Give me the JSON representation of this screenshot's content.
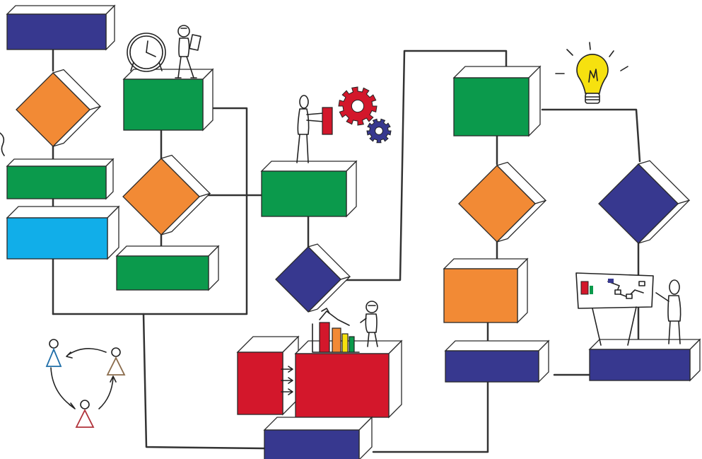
{
  "colors": {
    "navy": "#37388f",
    "orange": "#f28a35",
    "green": "#0b9a4c",
    "sky": "#11aee9",
    "red": "#d3172b",
    "white_face": "#ffffff",
    "connector": "#333333",
    "gear_red": "#d3172b",
    "gear_blue": "#37388f",
    "bulb_yellow": "#f6e10f",
    "dollar": "#3f7f6d"
  },
  "nodes": [
    {
      "id": "box-navy-top-left",
      "shape": "process-box",
      "color": "navy"
    },
    {
      "id": "diamond-orange-left",
      "shape": "decision-diamond",
      "color": "orange"
    },
    {
      "id": "box-green-left",
      "shape": "process-box",
      "color": "green"
    },
    {
      "id": "box-sky-left",
      "shape": "process-box",
      "color": "sky"
    },
    {
      "id": "box-green-top-center-left",
      "shape": "process-box",
      "color": "green"
    },
    {
      "id": "diamond-orange-center-left",
      "shape": "decision-diamond",
      "color": "orange"
    },
    {
      "id": "box-green-lower-center-left",
      "shape": "process-box",
      "color": "green"
    },
    {
      "id": "box-green-center",
      "shape": "process-box",
      "color": "green"
    },
    {
      "id": "diamond-navy-center",
      "shape": "decision-diamond",
      "color": "navy"
    },
    {
      "id": "box-red-lower-left",
      "shape": "process-box",
      "color": "red"
    },
    {
      "id": "box-red-lower-right",
      "shape": "process-box",
      "color": "red"
    },
    {
      "id": "box-navy-bottom-center",
      "shape": "process-box",
      "color": "navy"
    },
    {
      "id": "box-green-top-right",
      "shape": "process-box",
      "color": "green"
    },
    {
      "id": "diamond-orange-right",
      "shape": "decision-diamond",
      "color": "orange"
    },
    {
      "id": "box-orange-right",
      "shape": "process-box",
      "color": "orange"
    },
    {
      "id": "box-navy-right",
      "shape": "process-box",
      "color": "navy"
    },
    {
      "id": "diamond-navy-far-right",
      "shape": "decision-diamond",
      "color": "navy"
    },
    {
      "id": "box-navy-far-right",
      "shape": "process-box",
      "color": "navy"
    }
  ],
  "illustrations": [
    {
      "id": "clock",
      "icon": "clock-icon"
    },
    {
      "id": "person-with-clipboard",
      "icon": "person-icon"
    },
    {
      "id": "person-with-gears",
      "icon": "person-icon"
    },
    {
      "id": "gears",
      "icon": "gears-icon"
    },
    {
      "id": "light-bulb",
      "icon": "light-bulb-icon"
    },
    {
      "id": "dollar-sign",
      "icon": "dollar-icon"
    },
    {
      "id": "person-presenting-board",
      "icon": "person-icon"
    },
    {
      "id": "person-presenting-bar-chart",
      "icon": "person-icon"
    },
    {
      "id": "team-cycle",
      "icon": "team-cycle-icon"
    }
  ]
}
